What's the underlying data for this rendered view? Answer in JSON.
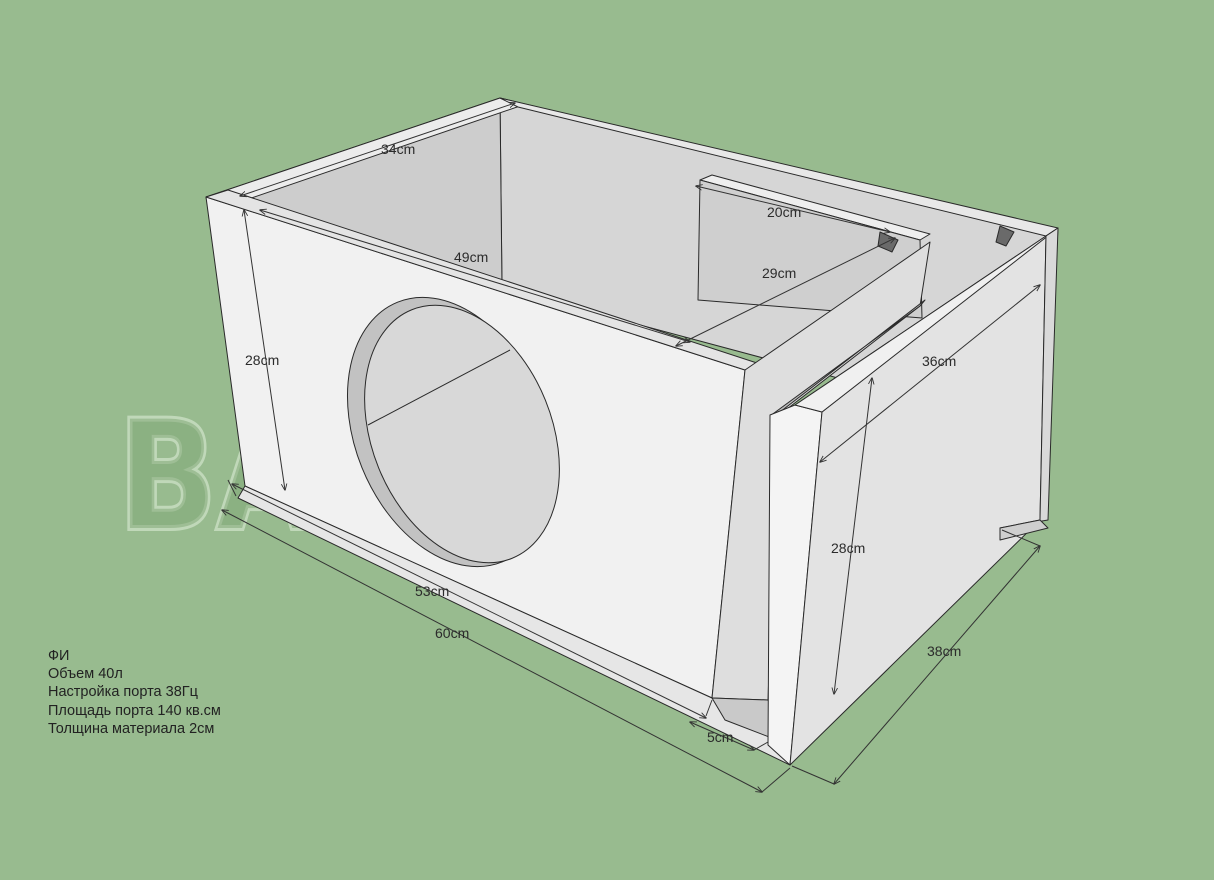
{
  "watermark": "BASSBOX.RU",
  "dimensions": {
    "d34": "34cm",
    "d49": "49cm",
    "d20": "20cm",
    "d29": "29cm",
    "d36": "36cm",
    "d28_left": "28cm",
    "d28_right": "28cm",
    "d53": "53cm",
    "d60": "60cm",
    "d5": "5cm",
    "d38": "38cm"
  },
  "notes": [
    "ФИ",
    "Объем 40л",
    "Настройка порта 38Гц",
    "Площадь порта 140 кв.см",
    "Толщина материала 2см"
  ],
  "colors": {
    "background": "#98bb8f",
    "panel_light": "#f1f1f1",
    "panel_mid": "#dcdcdc",
    "panel_dark": "#c3c3c3",
    "edge": "#2a2a2a"
  }
}
